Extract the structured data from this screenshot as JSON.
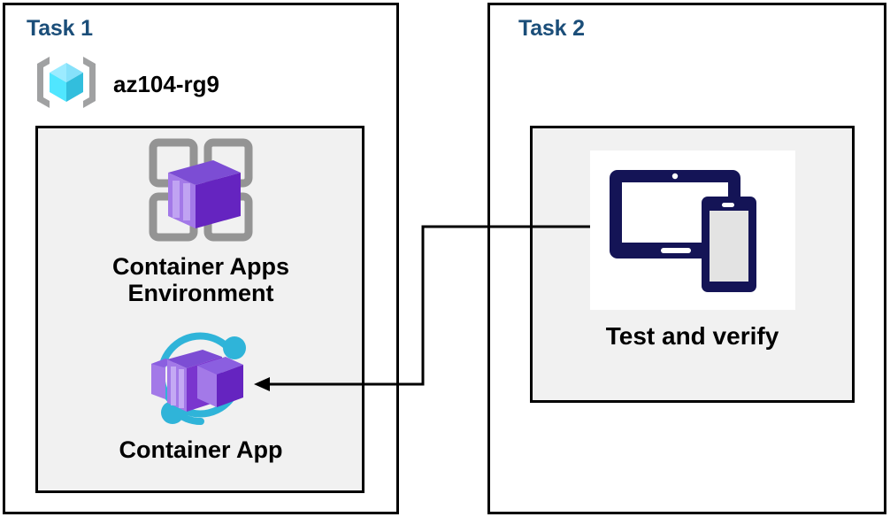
{
  "diagram": {
    "title_color": "#1b4e79",
    "panels": [
      {
        "id": "task1",
        "label": "Task 1"
      },
      {
        "id": "task2",
        "label": "Task 2"
      }
    ],
    "resource_group": {
      "icon": "resource-group-icon",
      "name": "az104-rg9"
    },
    "task1_nodes": [
      {
        "id": "container-apps-environment",
        "icon": "container-apps-environment-icon",
        "label": "Container Apps\nEnvironment"
      },
      {
        "id": "container-app",
        "icon": "container-app-icon",
        "label": "Container App"
      }
    ],
    "task2_nodes": [
      {
        "id": "test-and-verify",
        "icon": "devices-tablet-phone-icon",
        "label": "Test and verify"
      }
    ],
    "connector": {
      "id": "test-to-container-app-arrow",
      "from": "test-and-verify",
      "to": "container-app",
      "arrowhead": "left",
      "label": ""
    },
    "colors": {
      "panel_border": "#000000",
      "group_fill": "#f1f1f1",
      "title": "#1b4e79",
      "resource_group_cube": "#50E6FF",
      "resource_group_bracket": "#A0A1A2",
      "container_purple": "#8661C5",
      "container_purple_dark": "#6B2FBF",
      "grid_grey": "#949494",
      "device_navy": "#141456",
      "device_screen_grey": "#E3E3E3",
      "arc_cyan": "#2FB4D9"
    }
  }
}
